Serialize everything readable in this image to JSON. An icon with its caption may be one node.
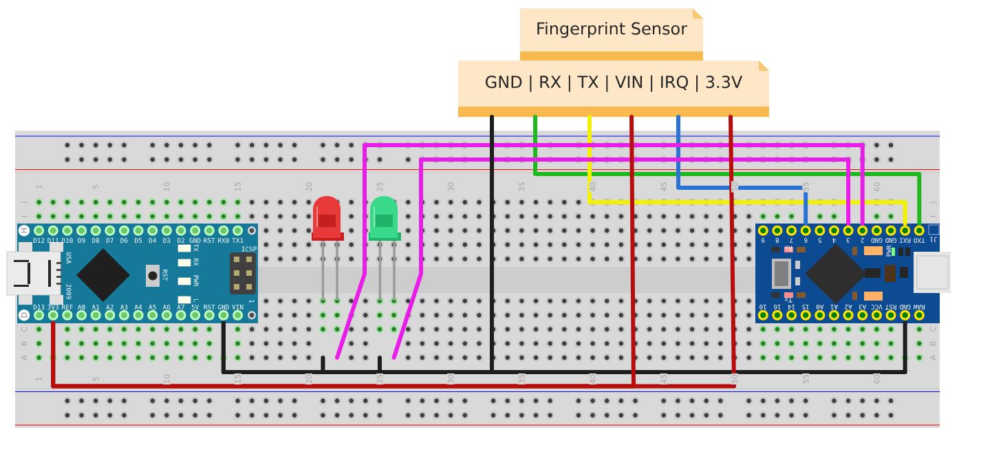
{
  "diagram": {
    "nodes": [
      {
        "text": [
          "Fingerprint Sensor"
        ]
      },
      {
        "text": [
          "GND | RX | TX | VIN | IRQ | 3.3V"
        ]
      },
      {
        "text": [
          "D12",
          "D11",
          "D10",
          "D9",
          "D8",
          "D7",
          "D6",
          "D5",
          "D4",
          "D3",
          "D2",
          "GND",
          "RST",
          "RX0",
          "TX1",
          "USA",
          "2009",
          "TX",
          "RX",
          "PWR",
          "L",
          "RST",
          "ICSP",
          "1",
          "D13",
          "3V3",
          "REF",
          "A0",
          "A1",
          "A2",
          "A3",
          "A4",
          "A5",
          "A6",
          "A7",
          "5V",
          "RST",
          "GND",
          "VIN"
        ]
      },
      {
        "text": [
          "9",
          "8",
          "7",
          "6",
          "5",
          "4",
          "3",
          "2",
          "GND",
          "GND",
          "RXI",
          "TXO",
          "J1",
          "Rx",
          "PWR",
          "Tx",
          "10",
          "16",
          "14",
          "15",
          "A0",
          "A1",
          "A2",
          "A3",
          "VCC",
          "RST",
          "GND",
          "RAW"
        ]
      },
      {
        "text": [],
        "shape": "picture"
      },
      {
        "text": [],
        "shape": "picture"
      }
    ],
    "edges": [
      {
        "from": 1,
        "to": 3,
        "arrow": "none",
        "color": "#1fb91f"
      },
      {
        "from": 1,
        "to": 3,
        "arrow": "none",
        "color": "#f2f200"
      },
      {
        "from": 1,
        "to": 3,
        "arrow": "none",
        "color": "#2a72d4"
      },
      {
        "from": 4,
        "to": 3,
        "arrow": "none",
        "color": "#e81ee8"
      },
      {
        "from": 5,
        "to": 3,
        "arrow": "none",
        "color": "#e81ee8"
      },
      {
        "from": 2,
        "to": 3,
        "arrow": "none"
      },
      {
        "from": 4,
        "to": 2,
        "arrow": "none"
      },
      {
        "from": 5,
        "to": 2,
        "arrow": "none"
      },
      {
        "from": 1,
        "to": 2,
        "arrow": "none"
      },
      {
        "from": 2,
        "to": 1,
        "arrow": "none",
        "color": "#b80d0d"
      },
      {
        "from": 1,
        "to": 2,
        "arrow": "none",
        "color": "#b80d0d"
      }
    ],
    "labels": [
      "1",
      "5",
      "10",
      "15",
      "20",
      "25",
      "30",
      "35",
      "40",
      "45",
      "50",
      "55",
      "60",
      "J",
      "I",
      "H",
      "D",
      "C",
      "B",
      "A",
      "J",
      "I",
      "C",
      "B",
      "A",
      "1",
      "5",
      "10",
      "15",
      "20",
      "25",
      "30",
      "35",
      "40",
      "45",
      "50",
      "55",
      "60"
    ]
  }
}
